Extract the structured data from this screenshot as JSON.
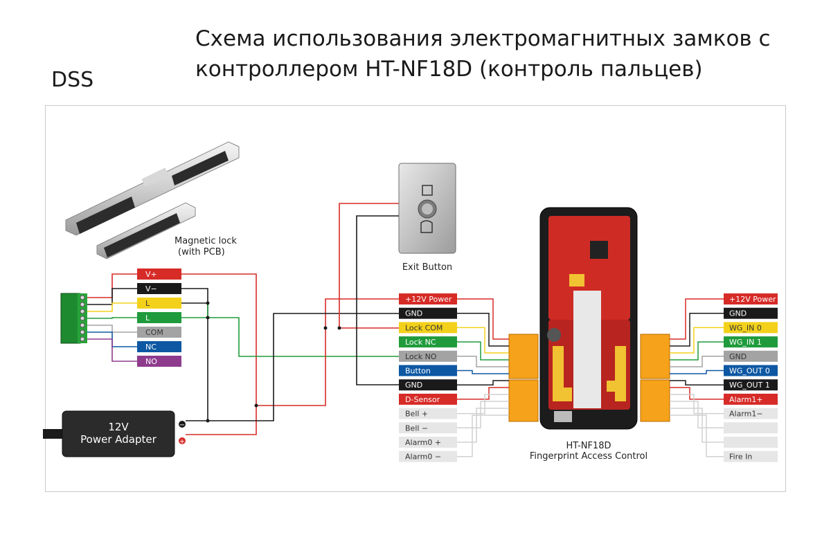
{
  "brand": "DSS",
  "title_line1": "Схема использования электромагнитных замков с",
  "title_line2": "контроллером  HT-NF18D (контроль пальцев)",
  "magnetic_lock": {
    "line1": "Magnetic lock",
    "line2": "(with PCB)"
  },
  "exit_button": {
    "label": "Exit Button"
  },
  "power_adapter": {
    "line1": "12V",
    "line2": "Power Adapter",
    "minus": "−",
    "plus": "+"
  },
  "controller": {
    "line1": "HT-NF18D",
    "line2": "Fingerprint Access Control"
  },
  "lock_terminals": [
    {
      "label": "V+",
      "color": "#d62b27"
    },
    {
      "label": "V−",
      "color": "#1a1a1a"
    },
    {
      "label": "L",
      "color": "#f3d11b"
    },
    {
      "label": "L",
      "color": "#1f9b3c"
    },
    {
      "label": "COM",
      "color": "#a3a3a3"
    },
    {
      "label": "NC",
      "color": "#0d57a3"
    },
    {
      "label": "NO",
      "color": "#8e3b8e"
    }
  ],
  "left_terminals": [
    {
      "label": "+12V Power",
      "color": "#d62b27"
    },
    {
      "label": "GND",
      "color": "#1a1a1a"
    },
    {
      "label": "Lock COM",
      "color": "#f3d11b"
    },
    {
      "label": "Lock NC",
      "color": "#1f9b3c"
    },
    {
      "label": "Lock NO",
      "color": "#a3a3a3"
    },
    {
      "label": "Button",
      "color": "#0d57a3"
    },
    {
      "label": "GND",
      "color": "#1a1a1a"
    },
    {
      "label": "D-Sensor",
      "color": "#d62b27"
    },
    {
      "label": "Bell +",
      "color": "#e6e6e6"
    },
    {
      "label": "Bell −",
      "color": "#e6e6e6"
    },
    {
      "label": "Alarm0 +",
      "color": "#e6e6e6"
    },
    {
      "label": "Alarm0 −",
      "color": "#e6e6e6"
    }
  ],
  "right_terminals": [
    {
      "label": "+12V Power",
      "color": "#d62b27"
    },
    {
      "label": "GND",
      "color": "#1a1a1a"
    },
    {
      "label": "WG_IN 0",
      "color": "#f3d11b"
    },
    {
      "label": "WG_IN 1",
      "color": "#1f9b3c"
    },
    {
      "label": "GND",
      "color": "#a3a3a3"
    },
    {
      "label": "WG_OUT 0",
      "color": "#0d57a3"
    },
    {
      "label": "WG_OUT 1",
      "color": "#1a1a1a"
    },
    {
      "label": "Alarm1+",
      "color": "#d62b27"
    },
    {
      "label": "Alarm1−",
      "color": "#e6e6e6"
    },
    {
      "label": "",
      "color": "#e6e6e6"
    },
    {
      "label": "",
      "color": "#e6e6e6"
    },
    {
      "label": "Fire In",
      "color": "#e6e6e6"
    }
  ]
}
